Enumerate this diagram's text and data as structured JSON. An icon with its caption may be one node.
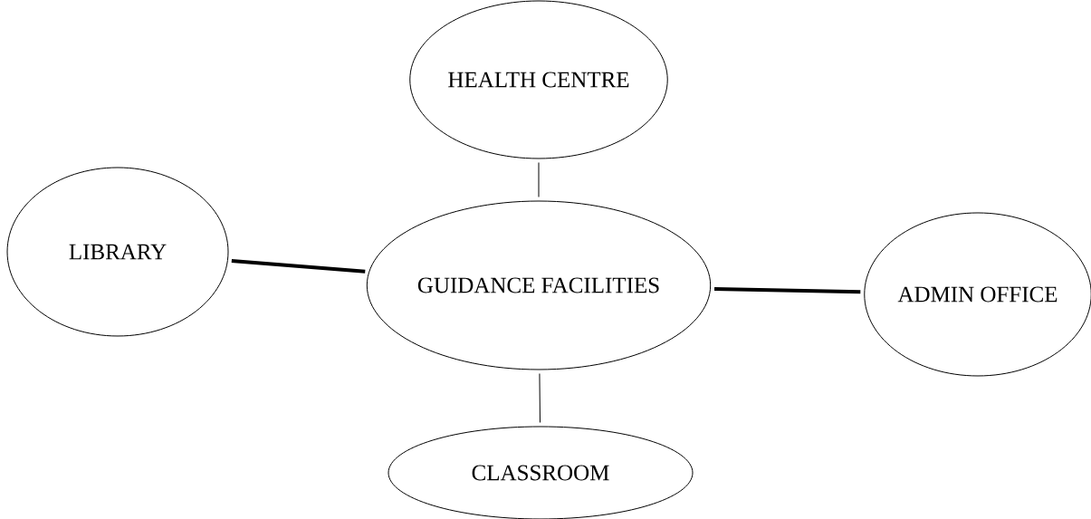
{
  "diagram": {
    "nodes": [
      {
        "text": [
          "HEALTH CENTRE"
        ]
      },
      {
        "text": [
          "LIBRARY"
        ]
      },
      {
        "text": [
          "GUIDANCE FACILITIES"
        ]
      },
      {
        "text": [
          "ADMIN OFFICE"
        ]
      },
      {
        "text": [
          "CLASSROOM"
        ]
      }
    ],
    "edges": [
      {
        "from": 0,
        "to": 2,
        "arrow": "none"
      },
      {
        "from": 1,
        "to": 2,
        "arrow": "none",
        "style": "thick"
      },
      {
        "from": 2,
        "to": 3,
        "arrow": "none",
        "style": "thick"
      },
      {
        "from": 2,
        "to": 4,
        "arrow": "none"
      }
    ]
  }
}
